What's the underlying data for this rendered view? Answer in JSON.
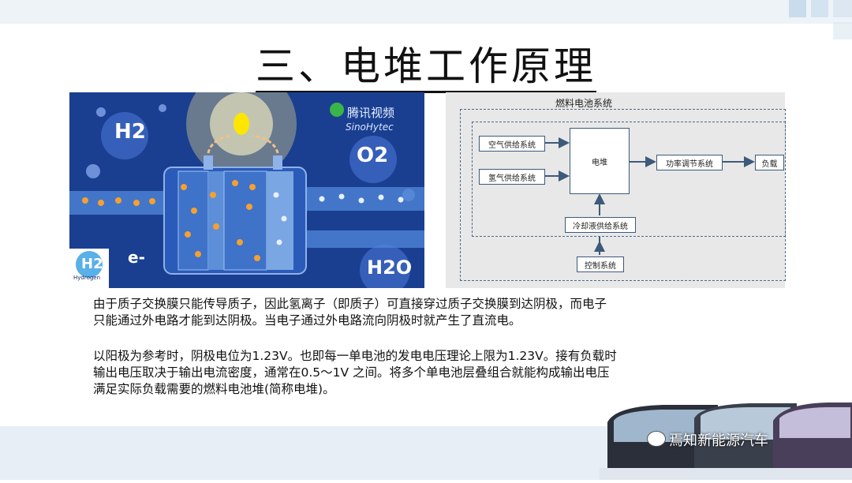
{
  "slide": {
    "title": "三、电堆工作原理"
  },
  "illustration": {
    "h2_label": "H2",
    "o2_label": "O2",
    "h2o_label": "H2O",
    "electron_label": "e-",
    "hydrogen_logo": "H2",
    "hydrogen_logo_sub": "Hydrogen",
    "watermark": "腾讯视频",
    "watermark_sub": "SinoHytec"
  },
  "diagram": {
    "title": "燃料电池系统",
    "air_supply": "空气供给系统",
    "hydrogen_supply": "氢气供给系统",
    "stack": "电堆",
    "power_regulation": "功率调节系统",
    "load": "负载",
    "coolant_supply": "冷却液供给系统",
    "control_system": "控制系统"
  },
  "text": {
    "para1": [
      "由于质子交换膜只能传导质子，因此氢离子（即质子）可直接穿过质子交换膜到达阴极，而电子",
      "只能通过外电路才能到达阴极。当电子通过外电路流向阴极时就产生了直流电。"
    ],
    "para2": [
      "以阳极为参考时，阴极电位为1.23V。也即每一单电池的发电电压理论上限为1.23V。接有负载时",
      "输出电压取决于输出电流密度，通常在0.5～1V 之间。将多个单电池层叠组合就能构成输出电压",
      "满足实际负载需要的燃料电池堆(简称电堆)。"
    ]
  },
  "brand": {
    "name": "焉知新能源汽车"
  },
  "colors": {
    "illustration_bg": "#1a3f91",
    "diagram_bg": "#e8e8e8",
    "diagram_line": "#3d5a7a"
  }
}
